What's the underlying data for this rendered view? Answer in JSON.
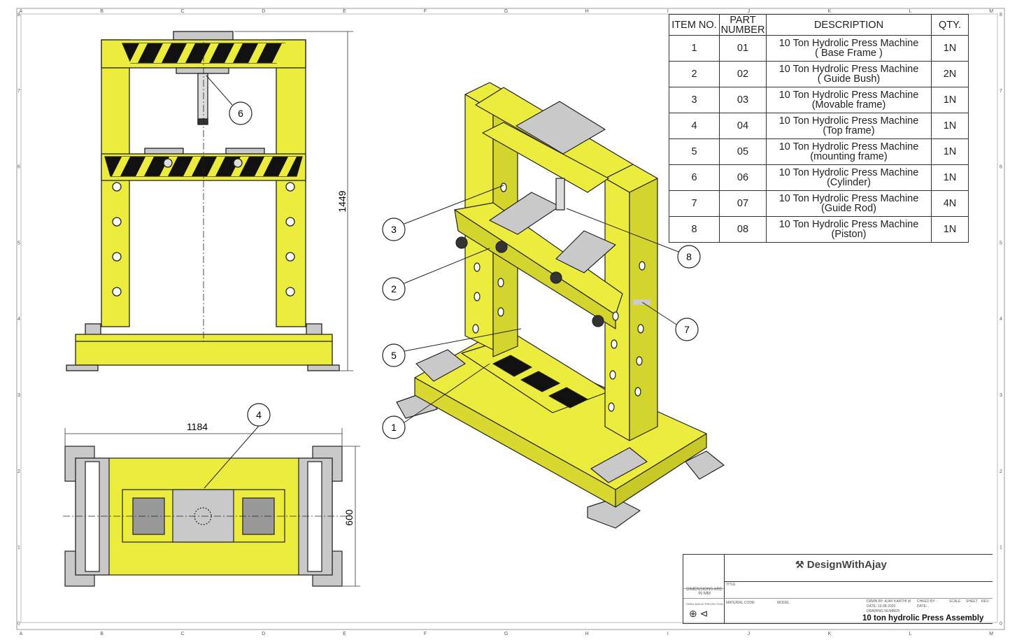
{
  "border": {
    "columns": [
      "A",
      "B",
      "C",
      "D",
      "E",
      "F",
      "G",
      "H",
      "I",
      "J",
      "K",
      "L",
      "M"
    ],
    "rows": [
      "8",
      "7",
      "6",
      "5",
      "4",
      "3",
      "2",
      "1",
      "0"
    ]
  },
  "dimensions": {
    "height": "1449",
    "width": "1184",
    "depth": "600"
  },
  "balloons": [
    "6",
    "4",
    "3",
    "2",
    "5",
    "1",
    "8",
    "7"
  ],
  "bom": {
    "headers": [
      "ITEM NO.",
      "PART NUMBER",
      "DESCRIPTION",
      "QTY."
    ],
    "rows": [
      {
        "item": "1",
        "part": "01",
        "desc1": "10 Ton Hydrolic Press Machine",
        "desc2": "( Base Frame )",
        "qty": "1N"
      },
      {
        "item": "2",
        "part": "02",
        "desc1": "10 Ton Hydrolic Press Machine",
        "desc2": "( Guide Bush)",
        "qty": "2N"
      },
      {
        "item": "3",
        "part": "03",
        "desc1": "10 Ton Hydrolic Press Machine",
        "desc2": "(Movable frame)",
        "qty": "1N"
      },
      {
        "item": "4",
        "part": "04",
        "desc1": "10 Ton Hydrolic Press Machine",
        "desc2": "(Top frame)",
        "qty": "1N"
      },
      {
        "item": "5",
        "part": "05",
        "desc1": "10 Ton Hydrolic Press Machine",
        "desc2": "(mounting frame)",
        "qty": "1N"
      },
      {
        "item": "6",
        "part": "06",
        "desc1": "10 Ton Hydrolic Press Machine",
        "desc2": "(Cylinder)",
        "qty": "1N"
      },
      {
        "item": "7",
        "part": "07",
        "desc1": "10 Ton Hydrolic Press Machine",
        "desc2": "(Guide Rod)",
        "qty": "4N"
      },
      {
        "item": "8",
        "part": "08",
        "desc1": "10 Ton Hydrolic Press Machine",
        "desc2": "(Piston)",
        "qty": "1N"
      }
    ]
  },
  "title_block": {
    "logo_text": "DesignWithAjay",
    "units_note": "DIMENSIONS ARE IN MM",
    "title_label": "TITLE",
    "projection_label": "THIRD ANGLE PROJECTION",
    "material_code": "MATERIAL CODE:",
    "model": "MODEL:",
    "drawn_by": "DRWN BY: AJAY KARTHI M",
    "drawn_date": "DATE: 13-08-2020",
    "checked_by": "CHKED BY: -",
    "checked_date": "DATE:..",
    "scale_label": "SCALE",
    "scale_value": "-",
    "sheet_label": "SHEET",
    "sheet_value": "-",
    "drawing_number_label": "DRAWING NUMBER:",
    "drawing_number": "10 ton hydrolic Press Assembly",
    "rev_label": "REV."
  },
  "colors": {
    "part_yellow": "#ecec3e",
    "outline": "#222222",
    "steel": "#c9c9c9"
  }
}
